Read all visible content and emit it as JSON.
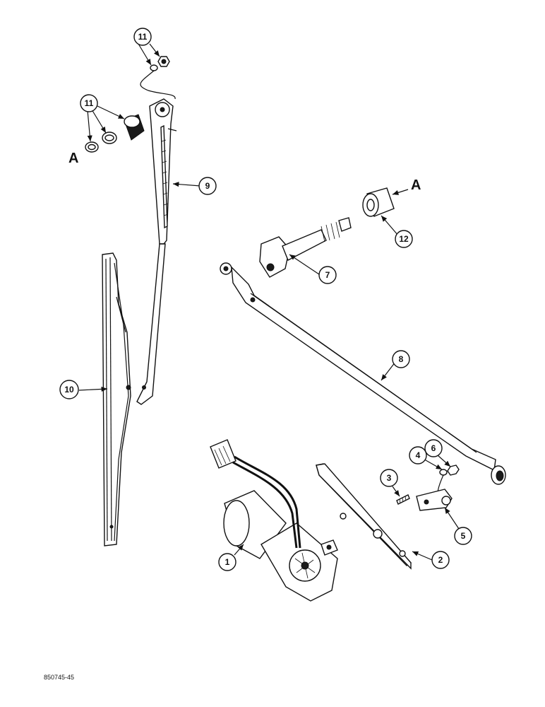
{
  "callouts": {
    "c1": "1",
    "c2": "2",
    "c3": "3",
    "c4": "4",
    "c5": "5",
    "c6": "6",
    "c7": "7",
    "c8": "8",
    "c9": "9",
    "c10": "10",
    "c11a": "11",
    "c11b": "11",
    "c12": "12"
  },
  "references": {
    "a_left": "A",
    "a_right": "A"
  },
  "figure_id": "850745-45"
}
